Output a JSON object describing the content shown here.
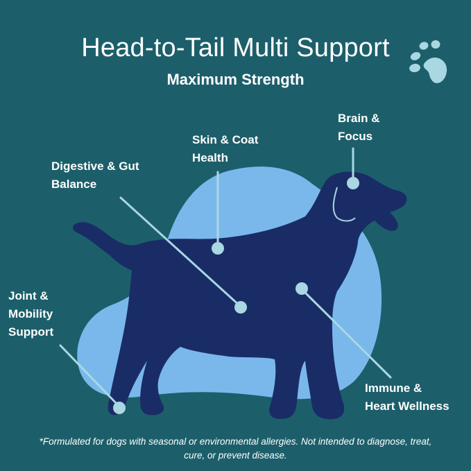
{
  "header": {
    "title": "Head-to-Tail Multi Support",
    "subtitle": "Maximum Strength"
  },
  "labels": {
    "brain": [
      "Brain &",
      "Focus"
    ],
    "skin": [
      "Skin & Coat",
      "Health"
    ],
    "digestive": [
      "Digestive & Gut",
      "Balance"
    ],
    "joint": [
      "Joint &",
      "Mobility",
      "Support"
    ],
    "immune": [
      "Immune &",
      "Heart Wellness"
    ]
  },
  "footnote": {
    "line1": "*Formulated for dogs with seasonal or environmental allergies. Not intended to diagnose, treat,",
    "line2": "cure, or prevent disease."
  },
  "colors": {
    "background": "#1c5f6b",
    "blob": "#7ab8ec",
    "dog": "#1a2c66",
    "pointer": "#a9d7e2",
    "text": "#ffffff"
  },
  "icons": {
    "brand": "paw-icon"
  }
}
